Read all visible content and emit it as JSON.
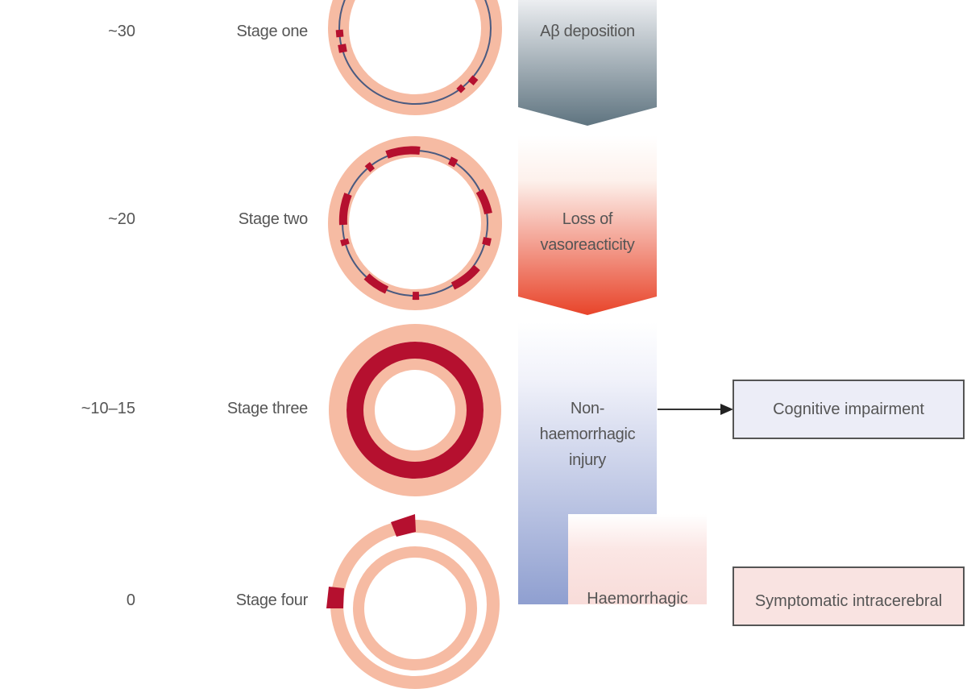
{
  "stages": [
    {
      "years": "~30",
      "label": "Stage one",
      "process": "Aβ deposition"
    },
    {
      "years": "~20",
      "label": "Stage two",
      "process": "Loss of vasoreacticity"
    },
    {
      "years": "~10–15",
      "label": "Stage three",
      "process": "Non-haemorrhagic injury"
    },
    {
      "years": "0",
      "label": "Stage four",
      "process": "Haemorrhagic"
    }
  ],
  "process_lines": {
    "stage2": [
      "Loss of",
      "vasoreacticity"
    ],
    "stage3": [
      "Non-",
      "haemorrhagic",
      "injury"
    ],
    "stage4": [
      "Haemorrhagic"
    ]
  },
  "outcomes": {
    "cognitive": "Cognitive impairment",
    "ich": "Symptomatic intracerebral"
  },
  "colors": {
    "vessel_wall": "#f6bba3",
    "amyloid": "#b5102f",
    "membrane": "#4a5a80",
    "grey_top": "#eceef1",
    "grey_bottom": "#5f7480",
    "orange_top": "#fdf1ec",
    "orange_bottom": "#e8442a",
    "blue_top": "#f1f2fa",
    "blue_bottom": "#8f9fd0",
    "pink_top": "#fbe6e4",
    "cognitive_box": "#ecedf7",
    "ich_box": "#f9e3e1"
  }
}
